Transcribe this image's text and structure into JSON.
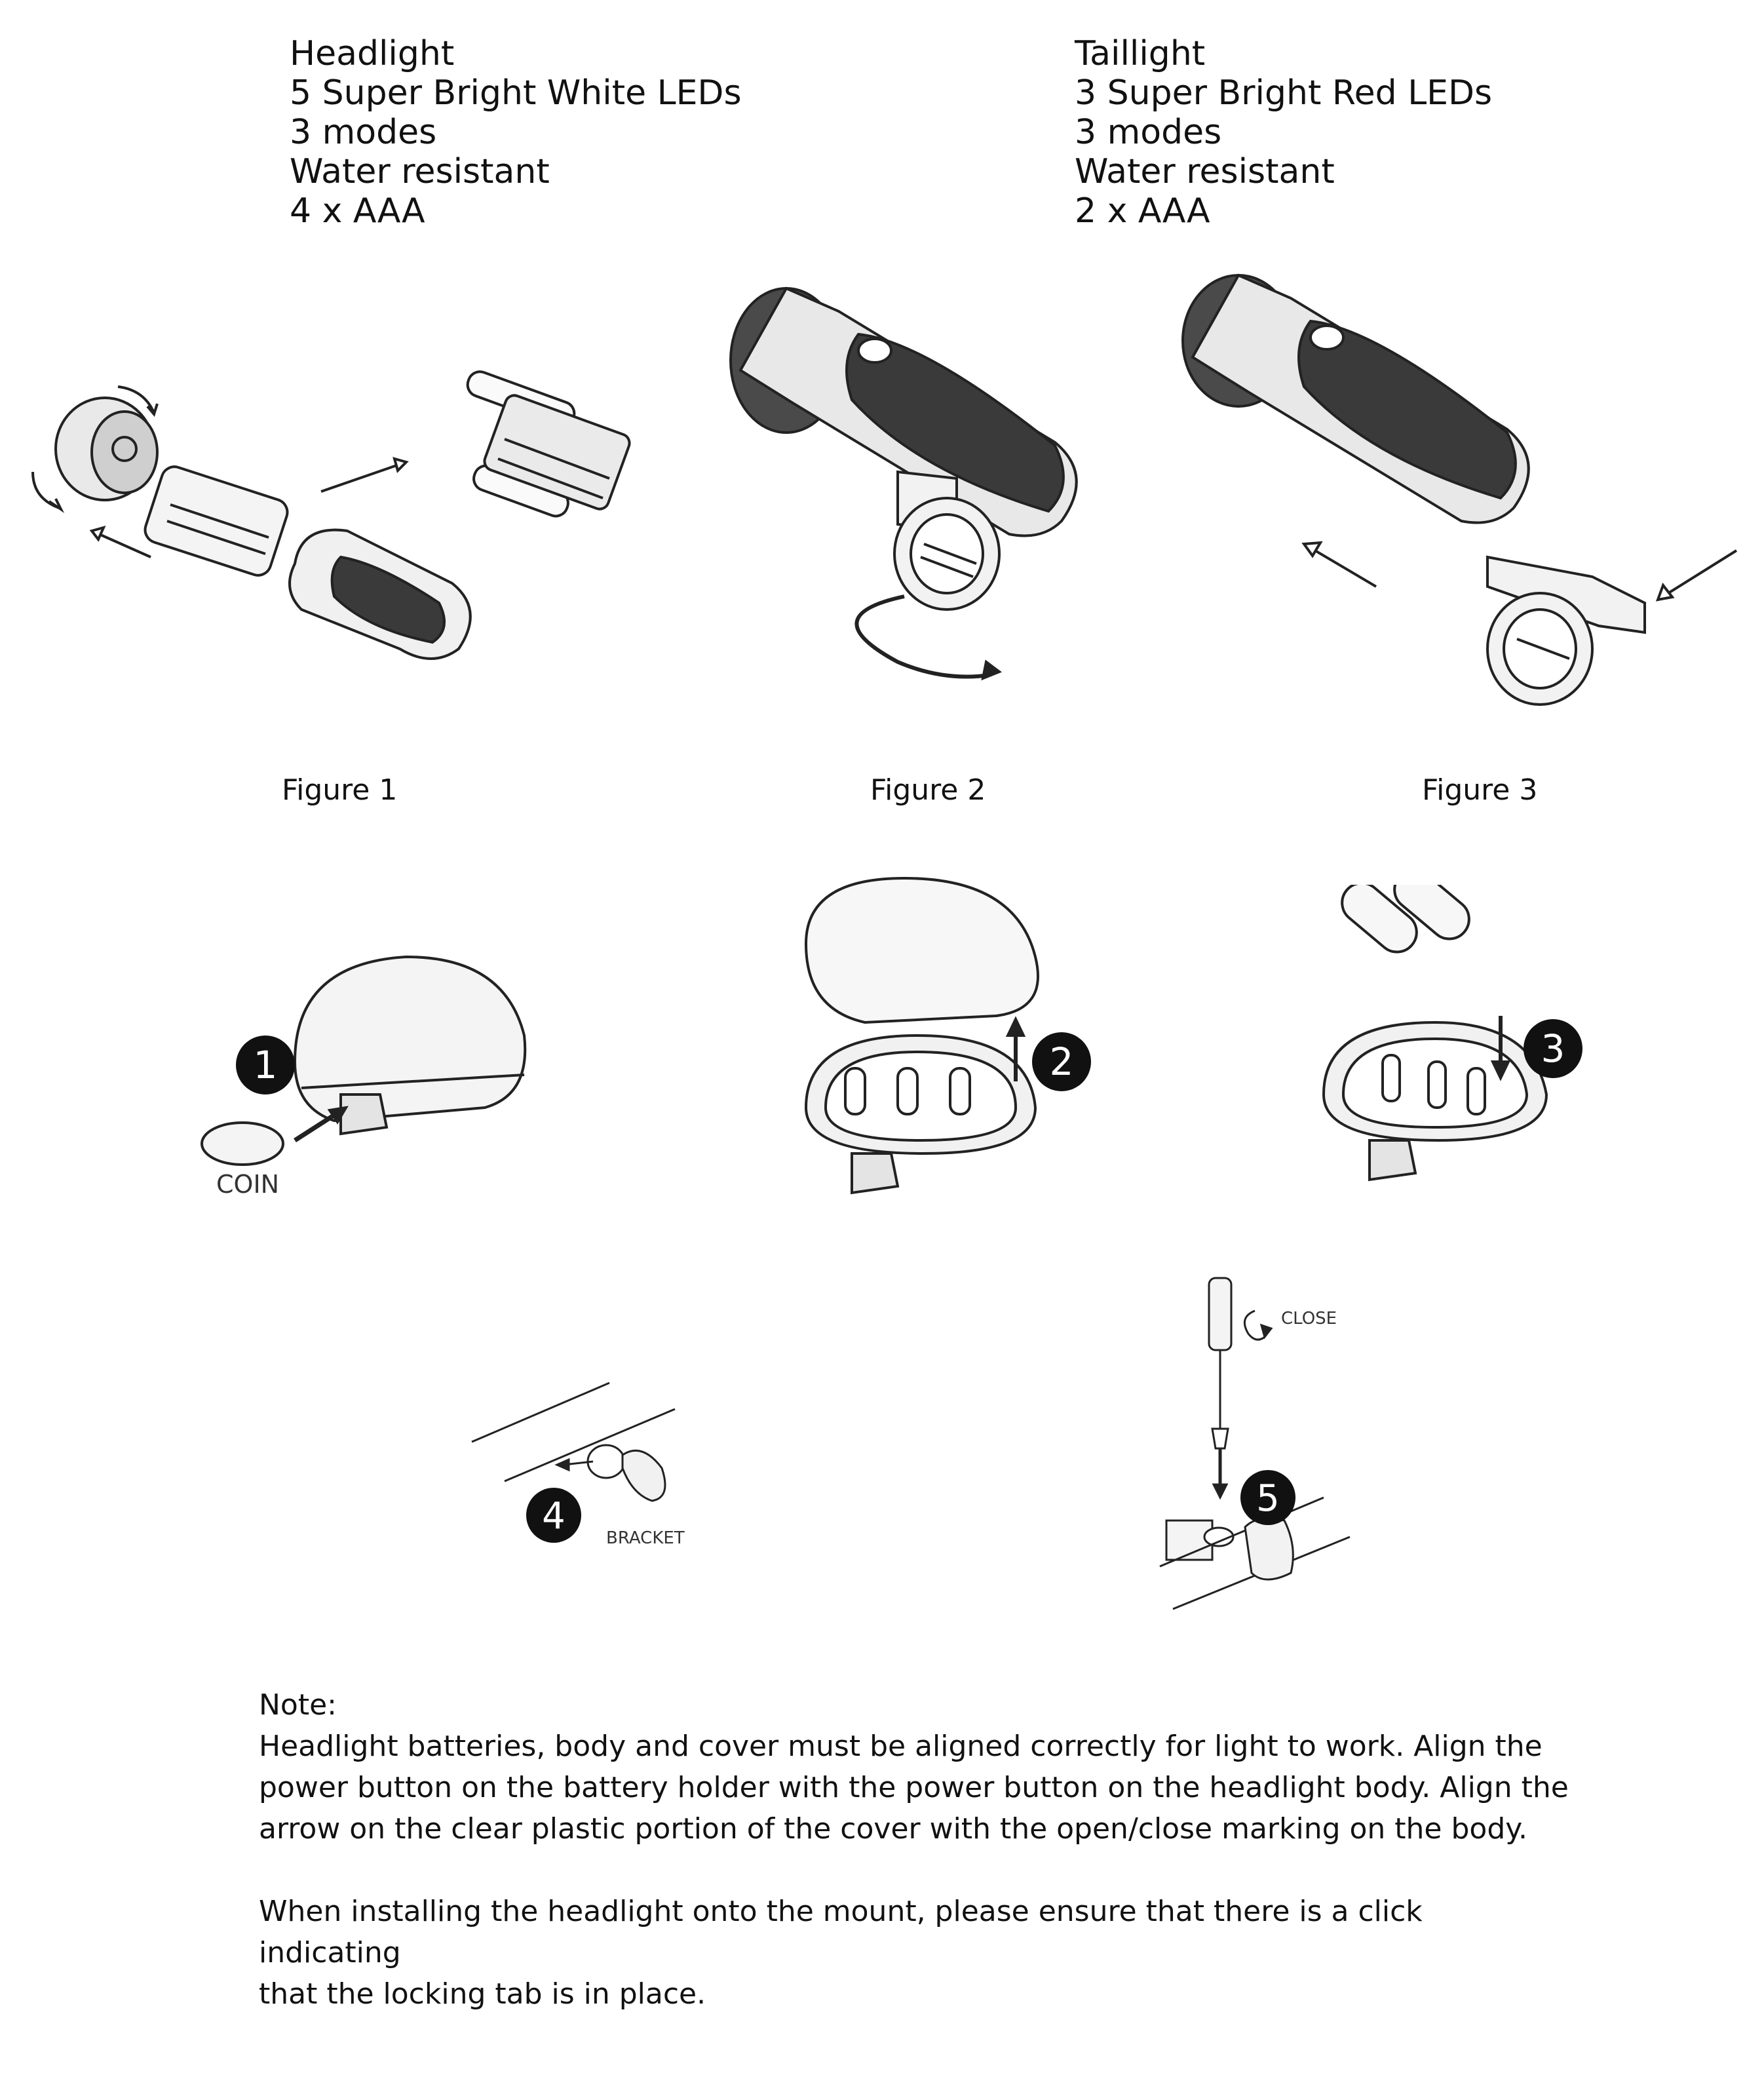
{
  "headlight": {
    "lines": [
      "Headlight",
      "5 Super Bright White LEDs",
      "3 modes",
      "Water resistant",
      "4 x AAA"
    ]
  },
  "taillight": {
    "lines": [
      "Taillight",
      "3 Super Bright Red LEDs",
      "3 modes",
      "Water resistant",
      "2 x AAA"
    ]
  },
  "figures": {
    "captions": [
      "Figure 1",
      "Figure 2",
      "Figure 3"
    ]
  },
  "steps": {
    "numbers": [
      "1",
      "2",
      "3",
      "4",
      "5"
    ],
    "labels": {
      "coin": "COIN",
      "bracket": "BRACKET",
      "close": "CLOSE"
    }
  },
  "note": {
    "heading": "Note:",
    "paragraph1_line1": "Headlight batteries, body and cover must be aligned correctly for light to work. Align the",
    "paragraph1_line2": "power button on the battery holder with the power button on the headlight body. Align the",
    "paragraph1_line3": "arrow on the clear plastic portion of the cover with the open/close marking on the body.",
    "paragraph2_line1": "When installing the headlight onto the mount, please ensure that there is a click indicating",
    "paragraph2_line2": "that the locking tab is in place."
  }
}
